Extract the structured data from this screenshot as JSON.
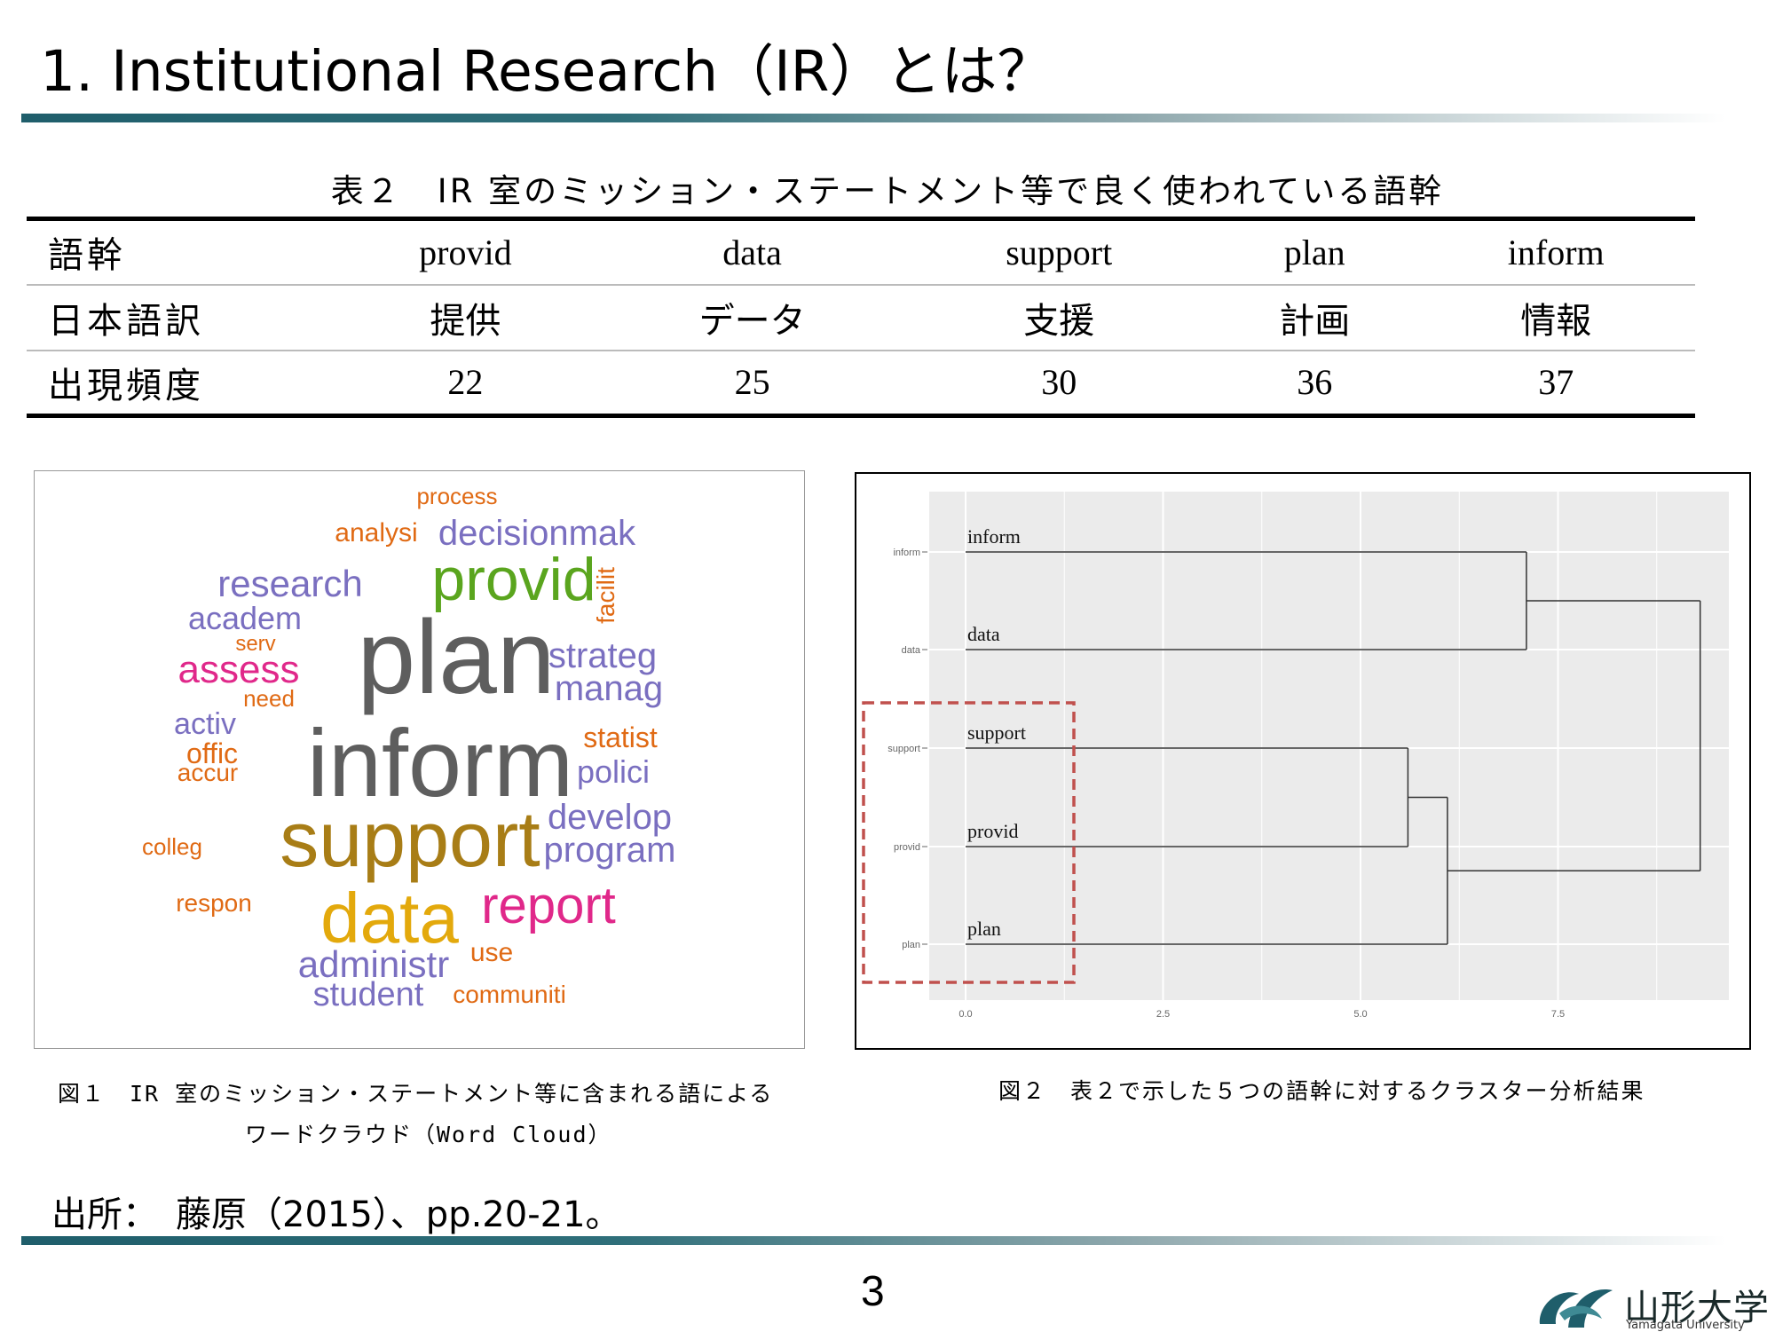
{
  "slide": {
    "title": "1. Institutional Research（IR）とは？",
    "page_number": "3",
    "source": "出所：　藤原（2015）、pp.20-21。",
    "university_name": "山形大学",
    "university_name_en": "Yamagata University"
  },
  "table": {
    "caption": "表２　IR 室のミッション・ステートメント等で良く使われている語幹",
    "rows": [
      {
        "label": "語幹",
        "cells": [
          "provid",
          "data",
          "support",
          "plan",
          "inform"
        ]
      },
      {
        "label": "日本語訳",
        "cells": [
          "提供",
          "データ",
          "支援",
          "計画",
          "情報"
        ]
      },
      {
        "label": "出現頻度",
        "cells": [
          "22",
          "25",
          "30",
          "36",
          "37"
        ]
      }
    ]
  },
  "wordcloud": {
    "words": [
      {
        "text": "process",
        "color": "#e06a14"
      },
      {
        "text": "analysi",
        "color": "#e06a14"
      },
      {
        "text": "decisionmak",
        "color": "#7a6fc0"
      },
      {
        "text": "research",
        "color": "#7a6fc0"
      },
      {
        "text": "provid",
        "color": "#5aa51e"
      },
      {
        "text": "facilit",
        "color": "#e06a14"
      },
      {
        "text": "academ",
        "color": "#7a6fc0"
      },
      {
        "text": "serv",
        "color": "#e06a14"
      },
      {
        "text": "plan",
        "color": "#5e5e5e"
      },
      {
        "text": "strateg",
        "color": "#7a6fc0"
      },
      {
        "text": "assess",
        "color": "#e0288a"
      },
      {
        "text": "manag",
        "color": "#7a6fc0"
      },
      {
        "text": "need",
        "color": "#e06a14"
      },
      {
        "text": "activ",
        "color": "#7a6fc0"
      },
      {
        "text": "statist",
        "color": "#e06a14"
      },
      {
        "text": "offic",
        "color": "#e06a14"
      },
      {
        "text": "accur",
        "color": "#e06a14"
      },
      {
        "text": "inform",
        "color": "#5e5e5e"
      },
      {
        "text": "polici",
        "color": "#7a6fc0"
      },
      {
        "text": "develop",
        "color": "#7a6fc0"
      },
      {
        "text": "colleg",
        "color": "#e06a14"
      },
      {
        "text": "support",
        "color": "#a87d16"
      },
      {
        "text": "program",
        "color": "#7a6fc0"
      },
      {
        "text": "respon",
        "color": "#e06a14"
      },
      {
        "text": "data",
        "color": "#e3a90c"
      },
      {
        "text": "report",
        "color": "#e0288a"
      },
      {
        "text": "administr",
        "color": "#7a6fc0"
      },
      {
        "text": "use",
        "color": "#e06a14"
      },
      {
        "text": "student",
        "color": "#7a6fc0"
      },
      {
        "text": "communiti",
        "color": "#e06a14"
      }
    ]
  },
  "dendrogram": {
    "leaves": [
      "inform",
      "data",
      "support",
      "provid",
      "plan"
    ],
    "axis_ticks": [
      "0.0",
      "2.5",
      "5.0",
      "7.5"
    ],
    "merges": [
      {
        "a": "inform",
        "b": "data",
        "height": 7.1
      },
      {
        "a": "support",
        "b": "provid",
        "height": 5.6
      },
      {
        "a": "support+provid",
        "b": "plan",
        "height": 6.1
      },
      {
        "a": "inform+data",
        "b": "support+provid+plan",
        "height": 9.3
      }
    ],
    "highlight_color": "#c0504d"
  },
  "captions": {
    "fig1_line1": "図１　IR 室のミッション・ステートメント等に含まれる語による",
    "fig1_line2": "ワードクラウド（Word Cloud）",
    "fig2": "図２　表２で示した５つの語幹に対するクラスター分析結果"
  },
  "colors": {
    "rule_dark": "#1f5e6b",
    "logo": "#1f5e6b"
  }
}
